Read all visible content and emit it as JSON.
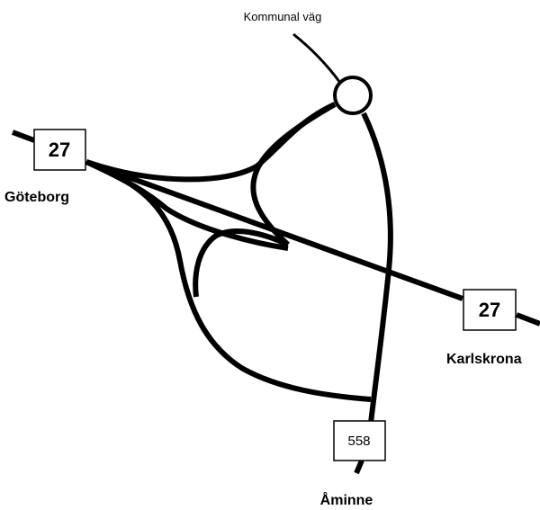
{
  "labels": {
    "kommunal_vag": "Kommunal väg",
    "goteborg": "Göteborg",
    "karlskrona": "Karlskrona",
    "aminne": "Åminne"
  },
  "signs": {
    "route_27_west": "27",
    "route_27_east": "27",
    "route_558": "558"
  },
  "colors": {
    "road": "#000000",
    "background": "#ffffff"
  }
}
